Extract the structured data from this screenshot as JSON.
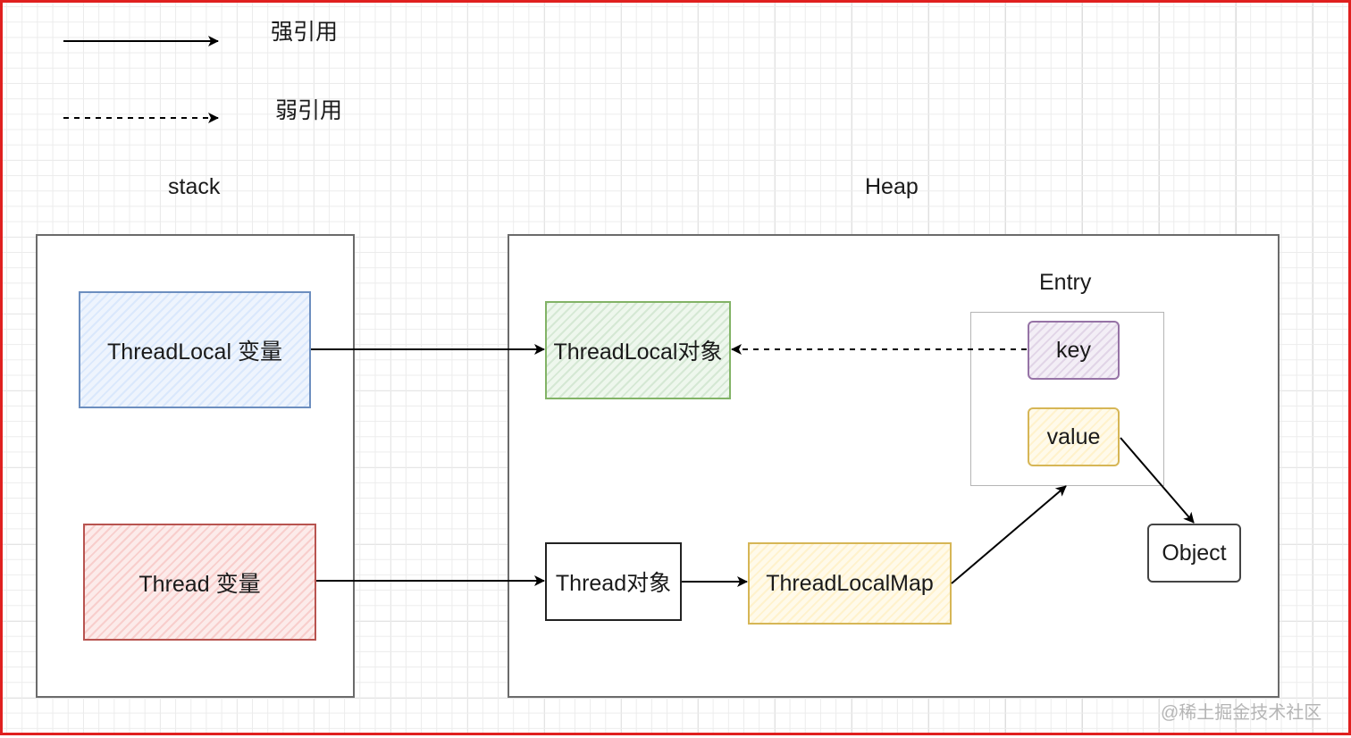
{
  "legend": {
    "strong_ref": "强引用",
    "weak_ref": "弱引用"
  },
  "regions": {
    "stack": "stack",
    "heap": "Heap",
    "entry": "Entry"
  },
  "nodes": {
    "threadlocal_var": "ThreadLocal 变量",
    "thread_var": "Thread 变量",
    "threadlocal_obj": "ThreadLocal对象",
    "thread_obj": "Thread对象",
    "threadlocalmap": "ThreadLocalMap",
    "key": "key",
    "value": "value",
    "object": "Object"
  },
  "colors": {
    "border": "#e0201f",
    "blue": "#6c8ebf",
    "red": "#b85450",
    "green": "#82b366",
    "yellow": "#d6b656",
    "purple": "#9673a6"
  },
  "watermark": "@稀土掘金技术社区"
}
